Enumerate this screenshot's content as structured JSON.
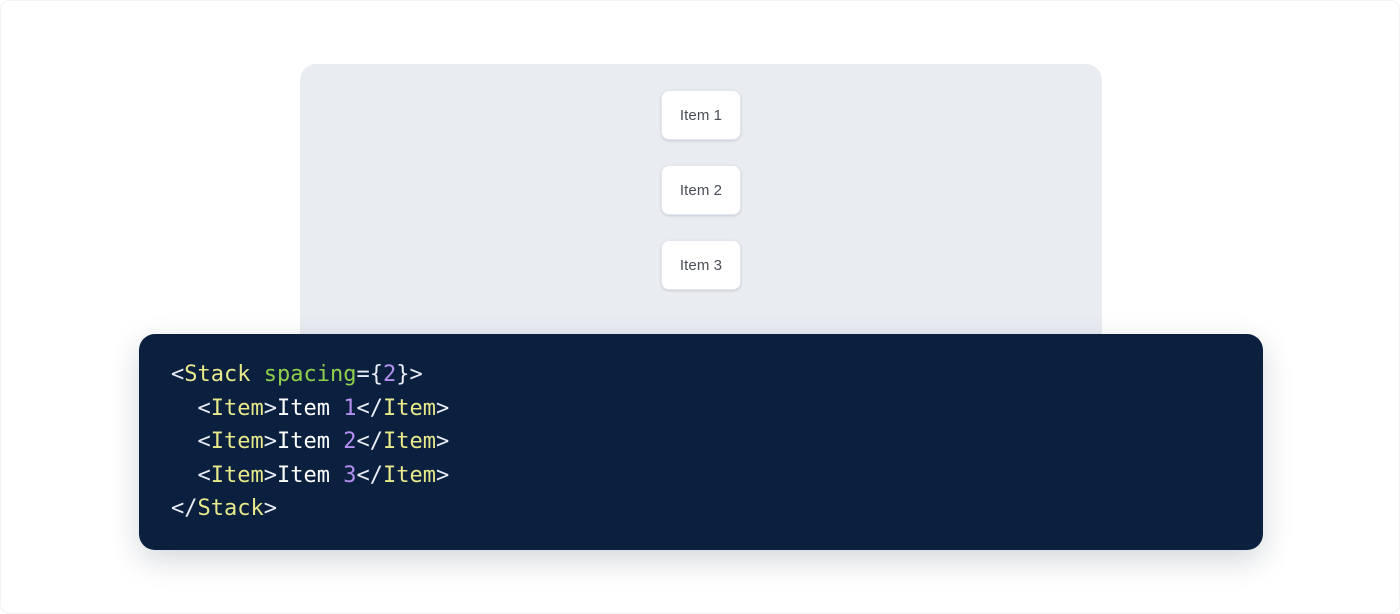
{
  "preview": {
    "panel_name": "component-preview-surface",
    "background_color": "#e9ecf1",
    "stack": {
      "direction": "vertical",
      "spacing_label": "2",
      "items": [
        {
          "label": "Item 1"
        },
        {
          "label": "Item 2"
        },
        {
          "label": "Item 3"
        }
      ]
    }
  },
  "code": {
    "language": "jsx",
    "background_color": "#0b1f3f",
    "colors": {
      "punctuation": "#e9edf5",
      "tag": "#e8e98a",
      "attribute": "#8fd04a",
      "number": "#b48ef0",
      "text": "#ffffff"
    },
    "raw": "<Stack spacing={2}>\n  <Item>Item 1</Item>\n  <Item>Item 2</Item>\n  <Item>Item 3</Item>\n</Stack>",
    "lines": [
      {
        "id": "line-1",
        "tokens": [
          {
            "t": "<",
            "k": "punc"
          },
          {
            "t": "Stack",
            "k": "tag"
          },
          {
            "t": " ",
            "k": "punc"
          },
          {
            "t": "spacing",
            "k": "attr"
          },
          {
            "t": "=",
            "k": "punc"
          },
          {
            "t": "{",
            "k": "punc"
          },
          {
            "t": "2",
            "k": "num"
          },
          {
            "t": "}",
            "k": "punc"
          },
          {
            "t": ">",
            "k": "punc"
          }
        ]
      },
      {
        "id": "line-2",
        "tokens": [
          {
            "t": "  ",
            "k": "punc"
          },
          {
            "t": "<",
            "k": "punc"
          },
          {
            "t": "Item",
            "k": "tag"
          },
          {
            "t": ">",
            "k": "punc"
          },
          {
            "t": "Item ",
            "k": "text"
          },
          {
            "t": "1",
            "k": "num"
          },
          {
            "t": "</",
            "k": "punc"
          },
          {
            "t": "Item",
            "k": "tag"
          },
          {
            "t": ">",
            "k": "punc"
          }
        ]
      },
      {
        "id": "line-3",
        "tokens": [
          {
            "t": "  ",
            "k": "punc"
          },
          {
            "t": "<",
            "k": "punc"
          },
          {
            "t": "Item",
            "k": "tag"
          },
          {
            "t": ">",
            "k": "punc"
          },
          {
            "t": "Item ",
            "k": "text"
          },
          {
            "t": "2",
            "k": "num"
          },
          {
            "t": "</",
            "k": "punc"
          },
          {
            "t": "Item",
            "k": "tag"
          },
          {
            "t": ">",
            "k": "punc"
          }
        ]
      },
      {
        "id": "line-4",
        "tokens": [
          {
            "t": "  ",
            "k": "punc"
          },
          {
            "t": "<",
            "k": "punc"
          },
          {
            "t": "Item",
            "k": "tag"
          },
          {
            "t": ">",
            "k": "punc"
          },
          {
            "t": "Item ",
            "k": "text"
          },
          {
            "t": "3",
            "k": "num"
          },
          {
            "t": "</",
            "k": "punc"
          },
          {
            "t": "Item",
            "k": "tag"
          },
          {
            "t": ">",
            "k": "punc"
          }
        ]
      },
      {
        "id": "line-5",
        "tokens": [
          {
            "t": "</",
            "k": "punc"
          },
          {
            "t": "Stack",
            "k": "tag"
          },
          {
            "t": ">",
            "k": "punc"
          }
        ]
      }
    ]
  }
}
